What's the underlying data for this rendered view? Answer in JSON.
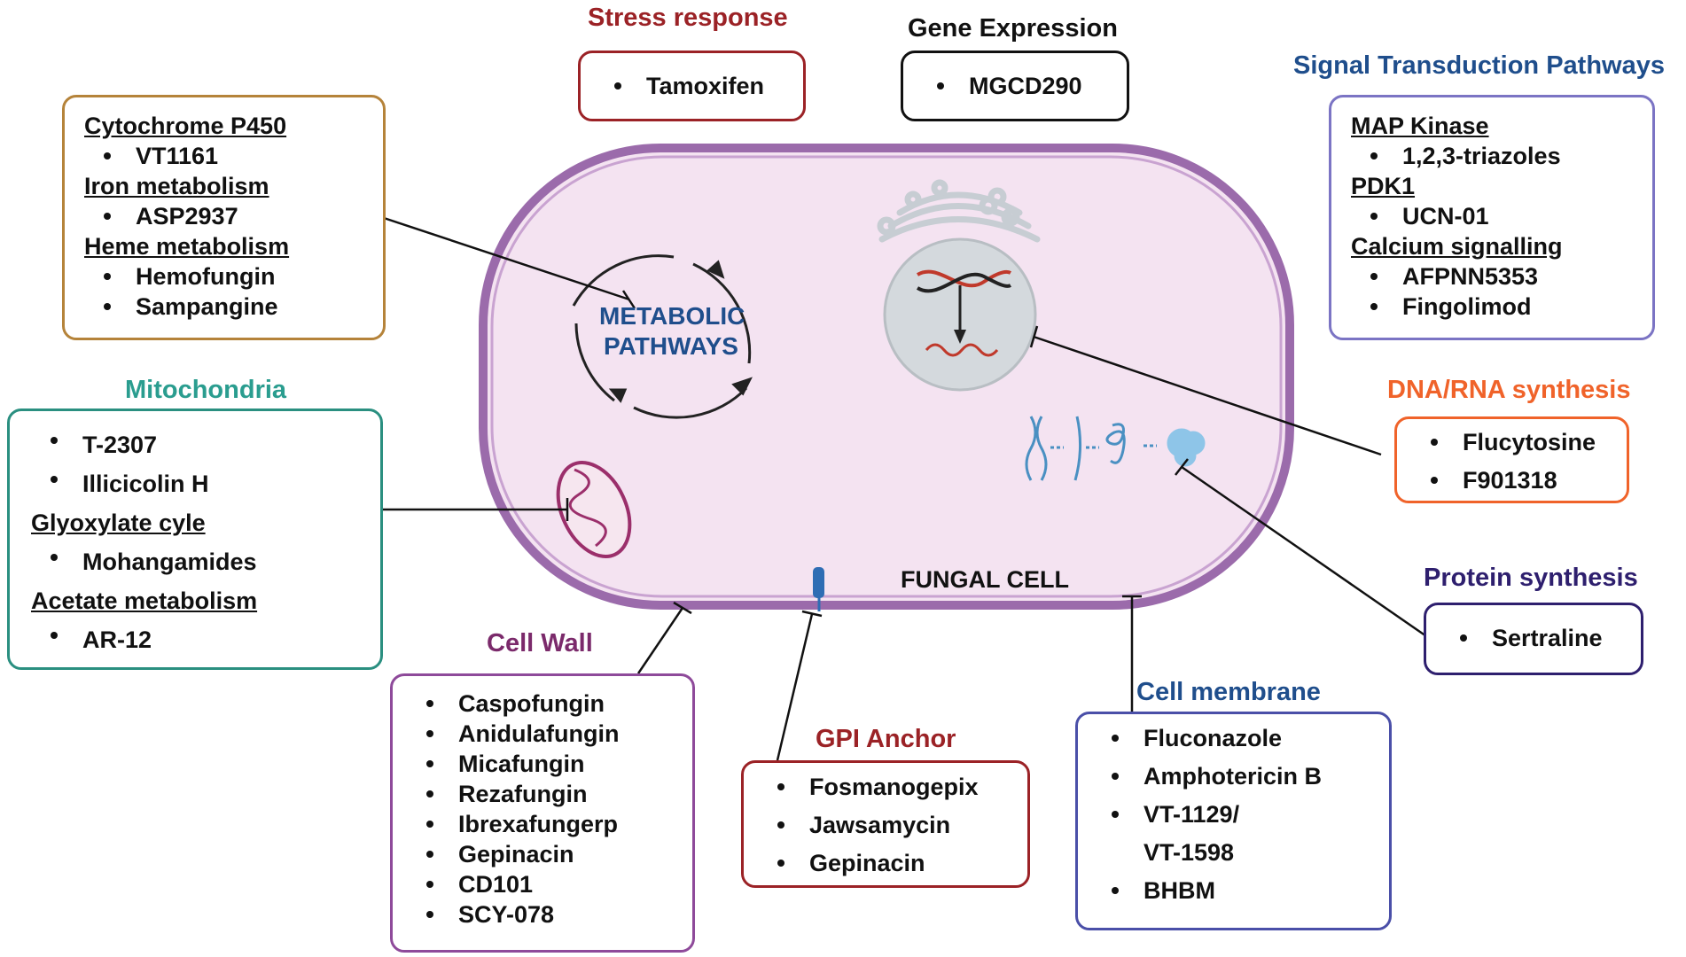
{
  "cell": {
    "label": "FUNGAL CELL",
    "metabolic_line1": "METABOLIC",
    "metabolic_line2": "PATHWAYS"
  },
  "stress": {
    "title": "Stress response",
    "color": "#9b2226",
    "items": [
      "Tamoxifen"
    ]
  },
  "gene": {
    "title": "Gene Expression",
    "color": "#111111",
    "items": [
      "MGCD290"
    ]
  },
  "signal": {
    "title": "Signal Transduction Pathways",
    "color": "#1f4e8c",
    "box_color": "#7b74c4",
    "groups": [
      {
        "heading": "MAP Kinase",
        "items": [
          "1,2,3-triazoles"
        ]
      },
      {
        "heading": "PDK1",
        "items": [
          "UCN-01"
        ]
      },
      {
        "heading": "Calcium signalling",
        "items": [
          "AFPNN5353",
          "Fingolimod"
        ]
      }
    ]
  },
  "cytochrome": {
    "box_color": "#b5833a",
    "groups": [
      {
        "heading": "Cytochrome P450",
        "items": [
          "VT1161"
        ]
      },
      {
        "heading": "Iron metabolism",
        "items": [
          "ASP2937"
        ]
      },
      {
        "heading": "Heme metabolism",
        "items": [
          "Hemofungin",
          "Sampangine"
        ]
      }
    ]
  },
  "mito": {
    "title": "Mitochondria",
    "color": "#2a9d8f",
    "box_color": "#2a8f80",
    "items": [
      "T-2307",
      "Illicicolin H"
    ],
    "groups": [
      {
        "heading": "Glyoxylate cyle",
        "items": [
          "Mohangamides"
        ]
      },
      {
        "heading": "Acetate metabolism",
        "items": [
          "AR-12"
        ]
      }
    ]
  },
  "dna": {
    "title": "DNA/RNA synthesis",
    "color": "#f0632a",
    "items": [
      "Flucytosine",
      "F901318"
    ]
  },
  "protein": {
    "title": "Protein synthesis",
    "color": "#2e1f6e",
    "items": [
      "Sertraline"
    ]
  },
  "wall": {
    "title": "Cell Wall",
    "color": "#7b2a6b",
    "box_color": "#8e4a9a",
    "items": [
      "Caspofungin",
      "Anidulafungin",
      "Micafungin",
      "Rezafungin",
      "Ibrexafungerp",
      "Gepinacin",
      "CD101",
      "SCY-078"
    ]
  },
  "gpi": {
    "title": "GPI Anchor",
    "color": "#9b2226",
    "items": [
      "Fosmanogepix",
      "Jawsamycin",
      "Gepinacin"
    ]
  },
  "membrane": {
    "title": "Cell membrane",
    "color": "#1f4e8c",
    "box_color": "#4a4fa8",
    "items": [
      "Fluconazole",
      "Amphotericin B",
      "VT-1129/",
      "VT-1598",
      "BHBM"
    ]
  }
}
